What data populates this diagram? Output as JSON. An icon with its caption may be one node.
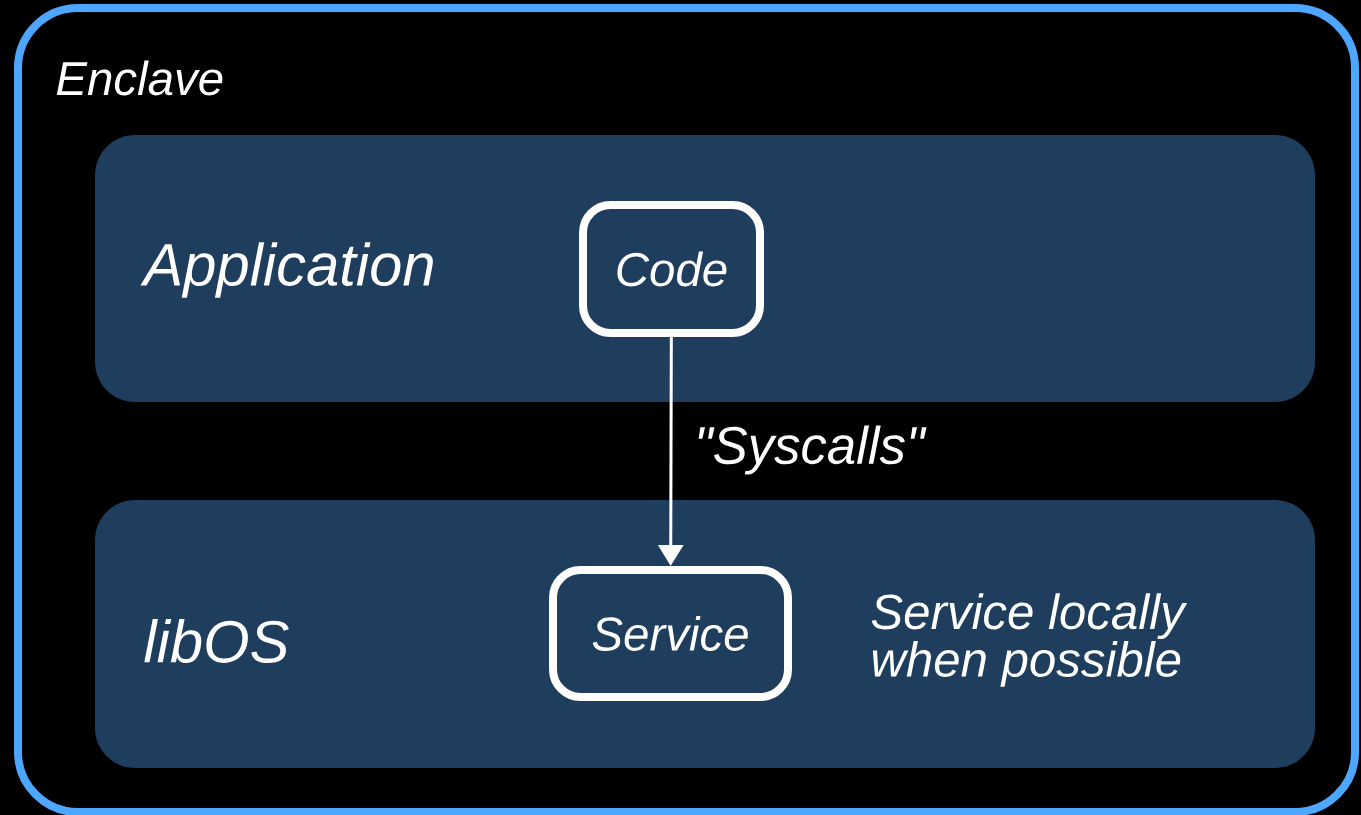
{
  "diagram": {
    "nodes": [
      {
        "text": [
          "Enclave"
        ]
      },
      {
        "text": [
          "Application"
        ],
        "in": 0
      },
      {
        "text": [
          "Code"
        ],
        "in": 1
      },
      {
        "text": [
          "libOS",
          "Service locally when possible"
        ],
        "in": 0
      },
      {
        "text": [
          "Service"
        ],
        "in": 3
      }
    ],
    "edges": [
      {
        "from": 2,
        "to": 4,
        "arrow": "to",
        "label": "\"Syscalls\""
      }
    ]
  }
}
